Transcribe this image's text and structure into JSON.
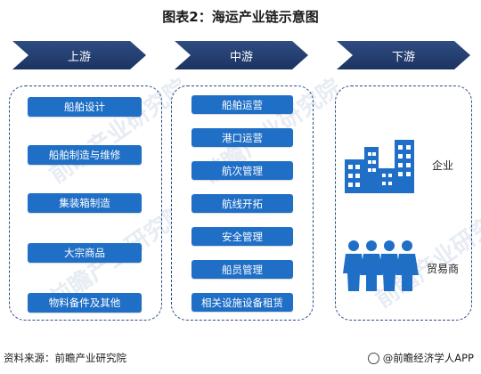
{
  "title": "图表2：海运产业链示意图",
  "stages": [
    {
      "label": "上游",
      "items": [
        "船舶设计",
        "船舶制造与维修",
        "集装箱制造",
        "大宗商品",
        "物料备件及其他"
      ]
    },
    {
      "label": "中游",
      "items": [
        "船舶运营",
        "港口运营",
        "航次管理",
        "航线开拓",
        "安全管理",
        "船员管理",
        "相关设施设备租赁"
      ]
    },
    {
      "label": "下游",
      "entities": [
        {
          "label": "企业",
          "icon": "buildings-icon"
        },
        {
          "label": "贸易商",
          "icon": "people-group-icon"
        }
      ]
    }
  ],
  "watermark": "前瞻产业研究院",
  "footer": {
    "source": "资料来源：前瞻产业研究院",
    "brand": "@前瞻经济学人APP"
  },
  "colors": {
    "chevron": "#1b3361",
    "button": "#1f6fc6",
    "border": "#2d4a86",
    "icon": "#1f6fc6"
  }
}
